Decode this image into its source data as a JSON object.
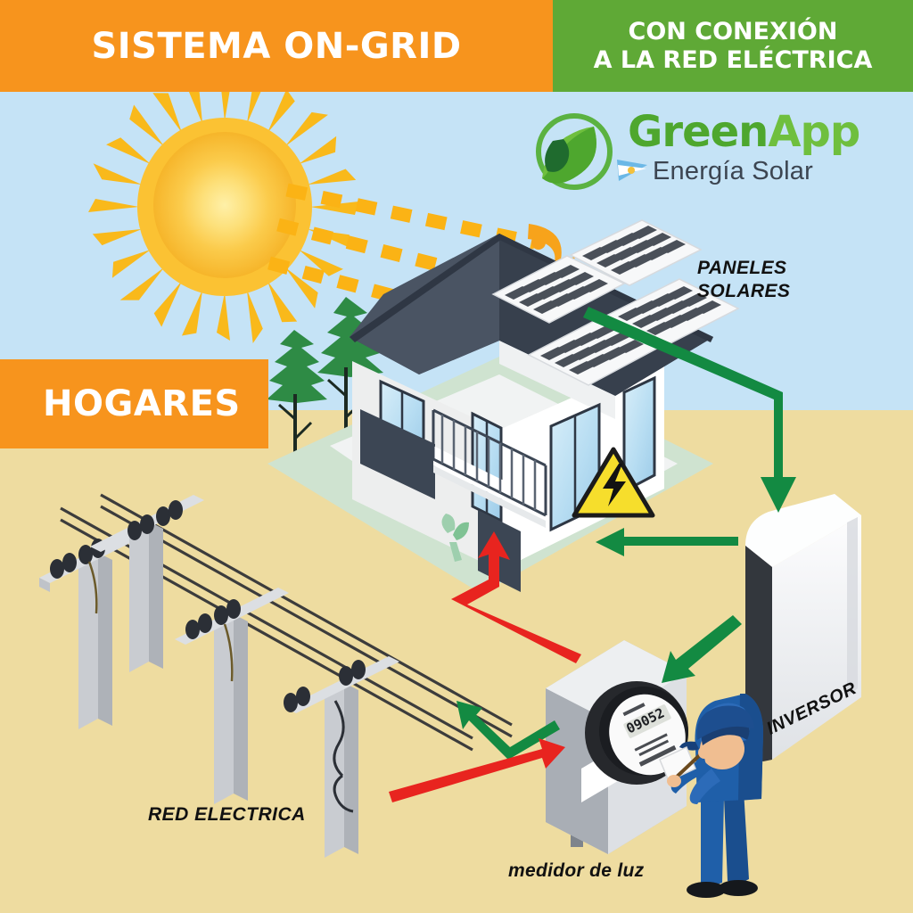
{
  "header": {
    "left_title": "SISTEMA ON-GRID",
    "right_title_line1": "CON CONEXIÓN",
    "right_title_line2": "A LA RED ELÉCTRICA",
    "left_bg": "#F7941D",
    "right_bg": "#5FA936",
    "text_color": "#FFFFFF"
  },
  "logo": {
    "brand_part1": "Green",
    "brand_part2": "App",
    "subtitle": "Energía Solar",
    "leaf_icon": "leaf-circle-icon",
    "flag_icon": "argentina-flag-icon",
    "brand_color_dark": "#4EA72E",
    "brand_color_light": "#6FBF3E",
    "subtitle_color": "#3C4551"
  },
  "banners": {
    "hogares": "HOGARES",
    "hogares_bg": "#F7941D"
  },
  "labels": {
    "paneles_solares_line1": "PANELES",
    "paneles_solares_line2": "SOLARES",
    "inversor": "INVERSOR",
    "red_electrica": "RED ELECTRICA",
    "medidor_de_luz": "medidor de luz"
  },
  "diagram": {
    "meter_reading": "09052",
    "sky_color": "#C5E3F6",
    "ground_color": "#EEDCA0",
    "lawn_color": "#CFE3D0",
    "sun_color": "#FDBA1C",
    "sun_core_color": "#FEE169",
    "ray_color": "#FBB315",
    "roof_color": "#3C4654",
    "house_wall_color": "#FFFFFF",
    "panel_cell_color": "#4A5059",
    "hazard_color": "#F6DE2C",
    "arrow_green": "#138A42",
    "arrow_red": "#E8241F",
    "inverter_body_color": "#F2F3F5",
    "inverter_side_color": "#33373D",
    "pole_color": "#C9CCD1",
    "wire_color": "#3C3C3C",
    "worker_uniform_color": "#1F5FA9",
    "worker_cap_color": "#1D4E8F",
    "tree_color": "#2E8B45",
    "meter_face_color": "#FFFFFF",
    "meter_ring_color": "#26282C",
    "elements": [
      {
        "name": "sun",
        "label": ""
      },
      {
        "name": "sun-rays-dashed",
        "label": ""
      },
      {
        "name": "solar-panels",
        "label": "PANELES SOLARES"
      },
      {
        "name": "house",
        "label": "HOGARES"
      },
      {
        "name": "inverter",
        "label": "INVERSOR"
      },
      {
        "name": "electric-meter",
        "label": "medidor de luz"
      },
      {
        "name": "power-grid",
        "label": "RED ELECTRICA"
      },
      {
        "name": "meter-reader-worker",
        "label": ""
      }
    ]
  }
}
